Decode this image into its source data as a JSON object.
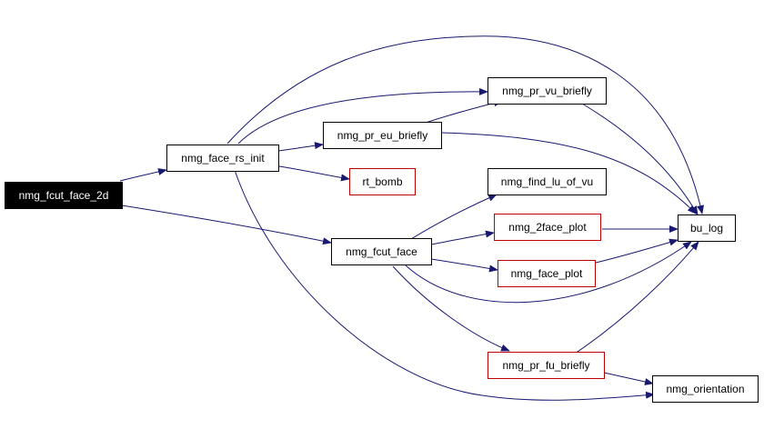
{
  "colors": {
    "edge": "#191970",
    "node_border": "#000000",
    "undocumented_border": "#bf0000",
    "root_fill": "#000000",
    "root_text": "#ffffff"
  },
  "nodes": {
    "nmg_fcut_face_2d": "nmg_fcut_face_2d",
    "nmg_face_rs_init": "nmg_face_rs_init",
    "nmg_pr_eu_briefly": "nmg_pr_eu_briefly",
    "nmg_pr_vu_briefly": "nmg_pr_vu_briefly",
    "rt_bomb": "rt_bomb",
    "nmg_fcut_face": "nmg_fcut_face",
    "nmg_find_lu_of_vu": "nmg_find_lu_of_vu",
    "nmg_2face_plot": "nmg_2face_plot",
    "nmg_face_plot": "nmg_face_plot",
    "nmg_pr_fu_briefly": "nmg_pr_fu_briefly",
    "bu_log": "bu_log",
    "nmg_orientation": "nmg_orientation"
  },
  "edges": [
    [
      "nmg_fcut_face_2d",
      "nmg_face_rs_init"
    ],
    [
      "nmg_fcut_face_2d",
      "nmg_fcut_face"
    ],
    [
      "nmg_face_rs_init",
      "nmg_pr_vu_briefly"
    ],
    [
      "nmg_face_rs_init",
      "nmg_pr_eu_briefly"
    ],
    [
      "nmg_face_rs_init",
      "rt_bomb"
    ],
    [
      "nmg_face_rs_init",
      "bu_log"
    ],
    [
      "nmg_face_rs_init",
      "nmg_orientation"
    ],
    [
      "nmg_pr_eu_briefly",
      "nmg_pr_vu_briefly"
    ],
    [
      "nmg_pr_eu_briefly",
      "bu_log"
    ],
    [
      "nmg_pr_vu_briefly",
      "bu_log"
    ],
    [
      "nmg_fcut_face",
      "nmg_find_lu_of_vu"
    ],
    [
      "nmg_fcut_face",
      "nmg_2face_plot"
    ],
    [
      "nmg_fcut_face",
      "nmg_face_plot"
    ],
    [
      "nmg_fcut_face",
      "bu_log"
    ],
    [
      "nmg_fcut_face",
      "nmg_pr_fu_briefly"
    ],
    [
      "nmg_2face_plot",
      "bu_log"
    ],
    [
      "nmg_face_plot",
      "bu_log"
    ],
    [
      "nmg_pr_fu_briefly",
      "bu_log"
    ],
    [
      "nmg_pr_fu_briefly",
      "nmg_orientation"
    ]
  ]
}
